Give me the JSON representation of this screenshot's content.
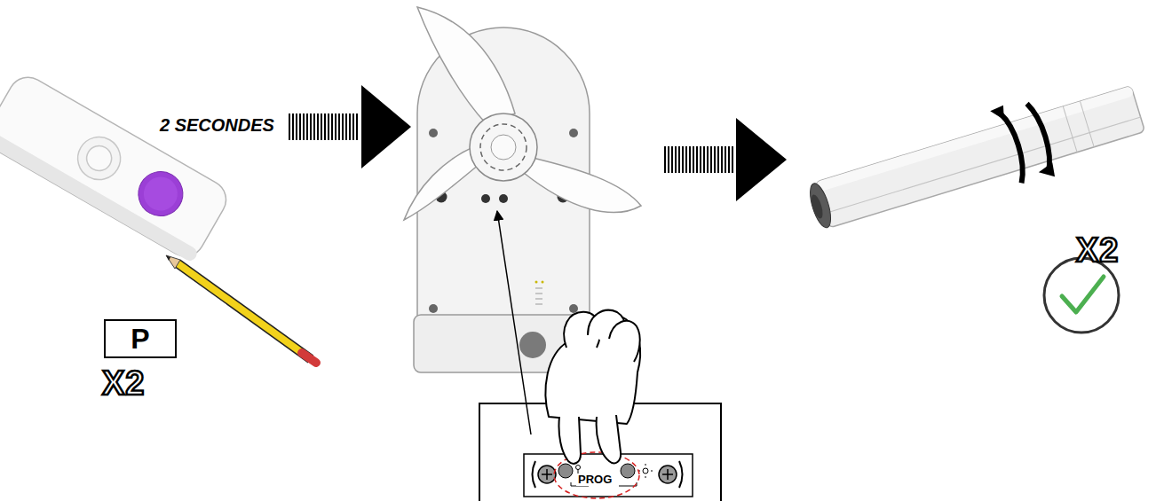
{
  "diagram": {
    "nodes": [
      {
        "text": [
          "P"
        ]
      }
    ],
    "labels": [
      "2 SECONDES",
      "X2",
      "PROG",
      "X2"
    ]
  }
}
